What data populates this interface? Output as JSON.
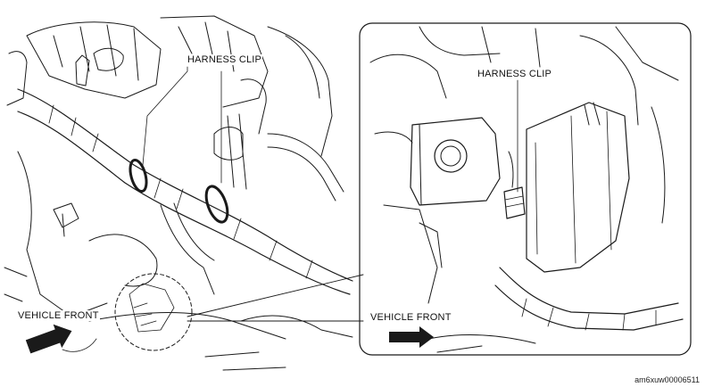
{
  "labels": {
    "harness_clip_left": "HARNESS CLIP",
    "harness_clip_right": "HARNESS CLIP",
    "vehicle_front_left": "VEHICLE FRONT",
    "vehicle_front_right": "VEHICLE FRONT"
  },
  "reference_code": "am6xuw00006511",
  "colors": {
    "line": "#1a1a1a",
    "background": "#ffffff",
    "arrow_fill": "#1a1a1a"
  }
}
